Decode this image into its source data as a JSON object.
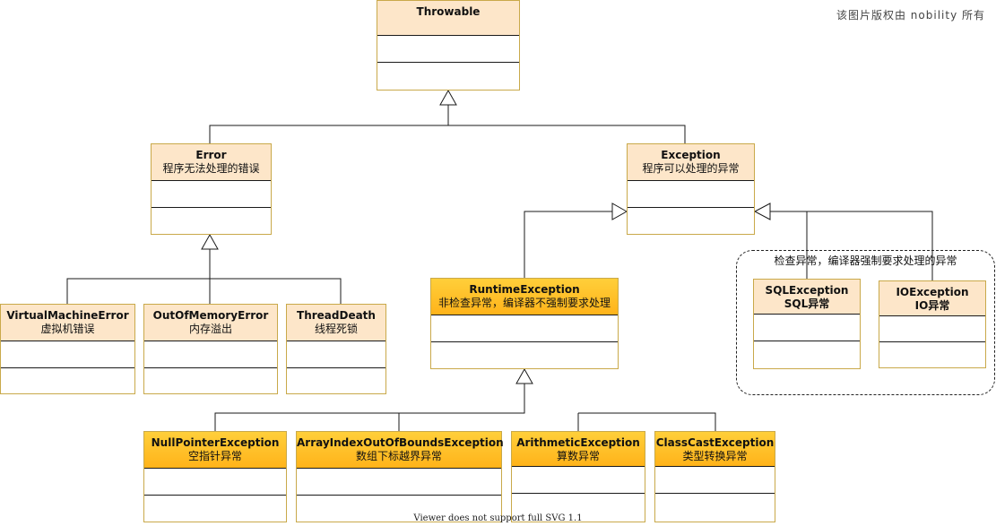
{
  "watermark": "该图片版权由 nobility 所有",
  "footer": "Viewer does not support full SVG 1.1",
  "group": {
    "label": "检查异常，编译器强制要求处理的异常"
  },
  "classes": {
    "throwable": {
      "name": "Throwable",
      "desc": ""
    },
    "error": {
      "name": "Error",
      "desc": "程序无法处理的错误"
    },
    "exception": {
      "name": "Exception",
      "desc": "程序可以处理的异常"
    },
    "vme": {
      "name": "VirtualMachineError",
      "desc": "虚拟机错误"
    },
    "oome": {
      "name": "OutOfMemoryError",
      "desc": "内存溢出"
    },
    "td": {
      "name": "ThreadDeath",
      "desc": "线程死锁"
    },
    "rte": {
      "name": "RuntimeException",
      "desc": "非检查异常，编译器不强制要求处理"
    },
    "sqle": {
      "name": "SQLException",
      "desc": "SQL异常"
    },
    "ioe": {
      "name": "IOException",
      "desc": "IO异常"
    },
    "npe": {
      "name": "NullPointerException",
      "desc": "空指针异常"
    },
    "aioobe": {
      "name": "ArrayIndexOutOfBoundsException",
      "desc": "数组下标越界异常"
    },
    "ae": {
      "name": "ArithmeticException",
      "desc": "算数异常"
    },
    "cce": {
      "name": "ClassCastException",
      "desc": "类型转换异常"
    }
  },
  "colors": {
    "header_light": "#fde6c9",
    "header_highlight": "#ffb31a",
    "border": "#c9a94a",
    "line": "#1a1a1a"
  }
}
